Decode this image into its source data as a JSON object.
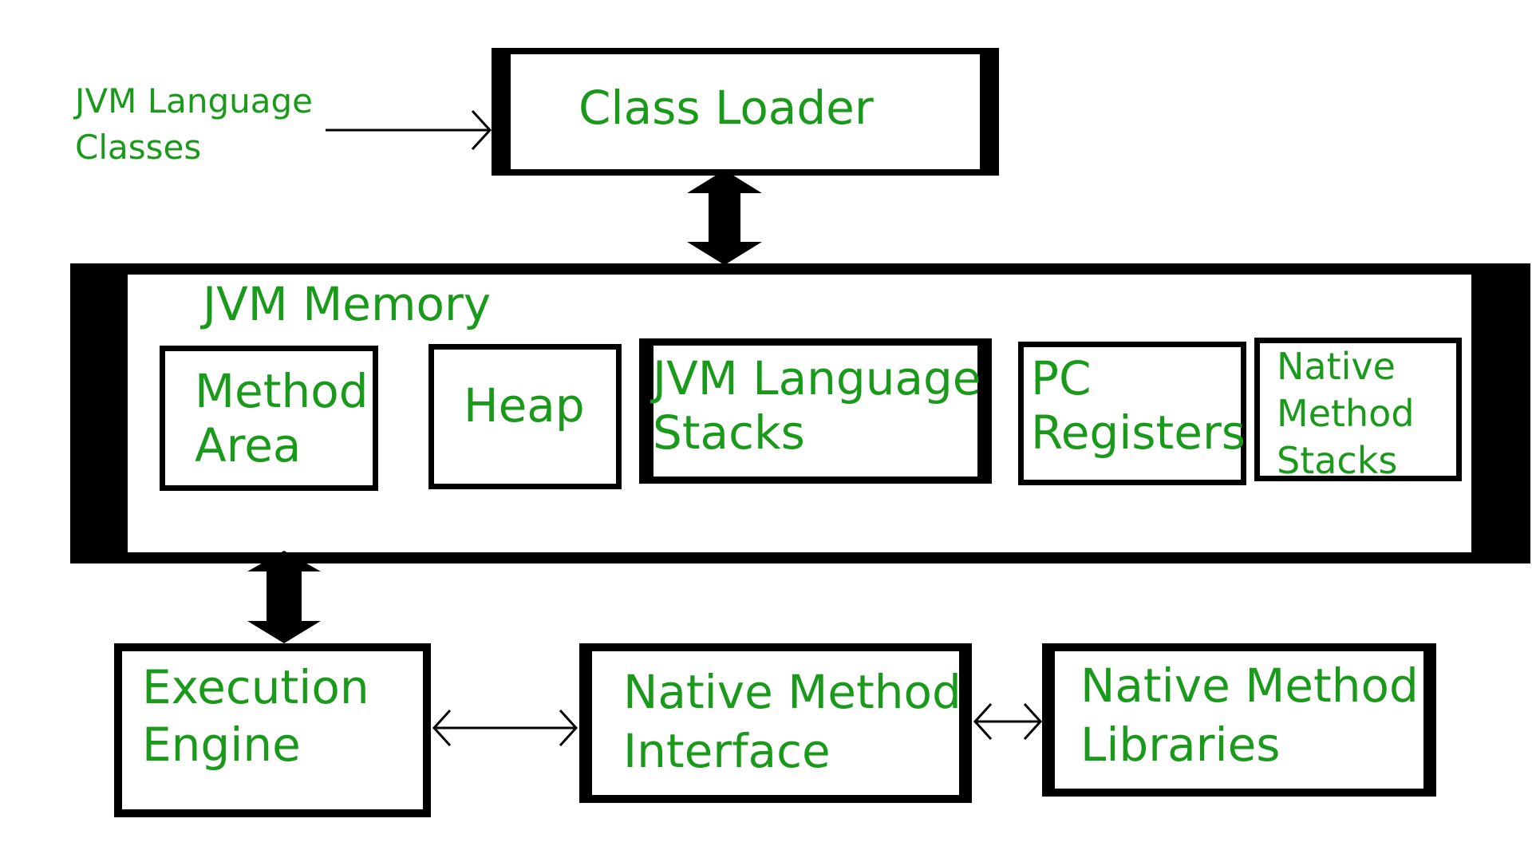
{
  "colors": {
    "text": "#1a9a1a",
    "border": "#000000",
    "background": "#ffffff"
  },
  "diagram": {
    "input_label": "JVM Language\nClasses",
    "class_loader": "Class Loader",
    "memory": {
      "title": "JVM Memory",
      "method_area": "Method\nArea",
      "heap": "Heap",
      "language_stacks": "JVM Language\nStacks",
      "pc_registers": "PC\nRegisters",
      "native_method_stacks": "Native\nMethod\nStacks"
    },
    "execution_engine": "Execution\nEngine",
    "native_method_interface": "Native Method\nInterface",
    "native_method_libraries": "Native Method\nLibraries"
  }
}
